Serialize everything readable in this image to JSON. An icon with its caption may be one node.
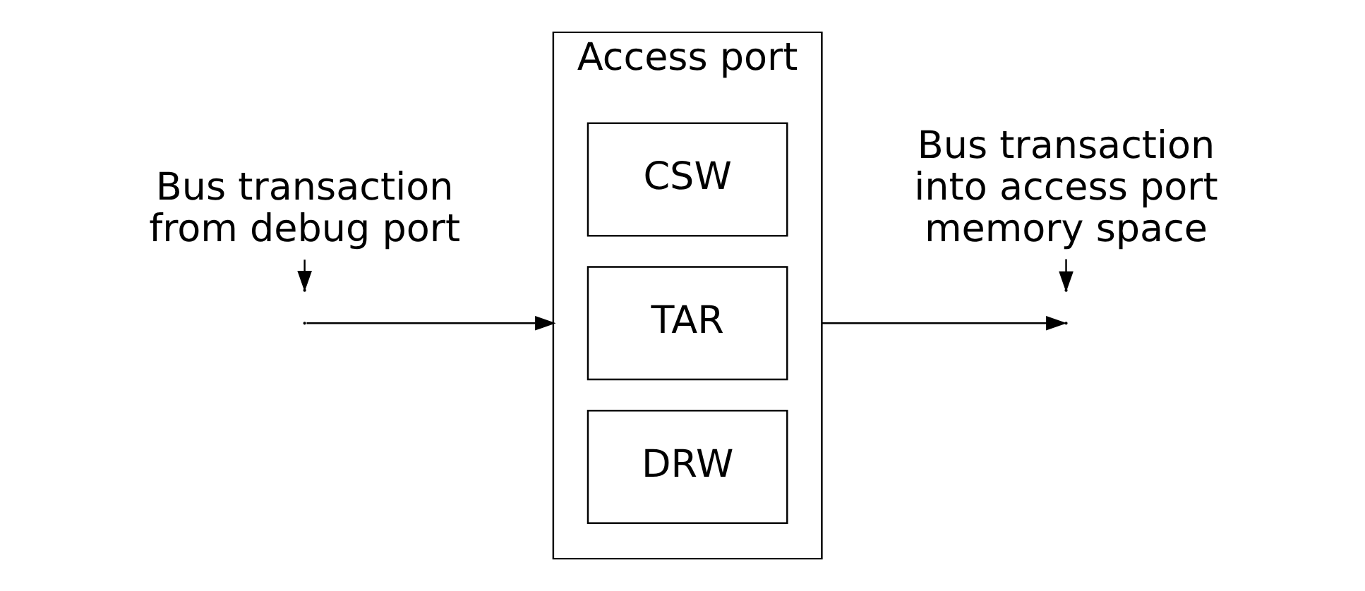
{
  "diagram": {
    "nodes": [
      {
        "text": [
          "Access port"
        ]
      },
      {
        "text": [
          "CSW"
        ],
        "in": 0
      },
      {
        "text": [
          "TAR"
        ],
        "in": 0
      },
      {
        "text": [
          "DRW"
        ],
        "in": 0
      },
      {
        "text": [
          "Bus transaction from debug port"
        ]
      },
      {
        "text": [
          "Bus transaction into access port memory space"
        ]
      }
    ],
    "edges": [
      {
        "from": null,
        "to": 0,
        "arrow": "to"
      },
      {
        "from": 0,
        "to": null,
        "arrow": "to"
      },
      {
        "from": 4,
        "to": null,
        "arrow": "to"
      },
      {
        "from": 5,
        "to": null,
        "arrow": "to"
      }
    ]
  }
}
